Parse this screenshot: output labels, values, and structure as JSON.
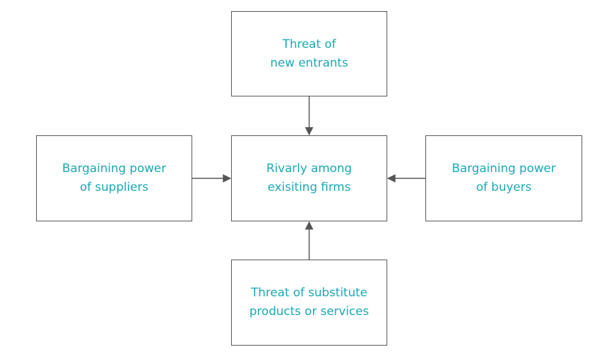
{
  "colors": {
    "box_border": "#555555",
    "text": "#1aa8b5",
    "arrow": "#555555"
  },
  "nodes": {
    "top": {
      "lines": [
        "Threat of",
        "new entrants"
      ]
    },
    "left": {
      "lines": [
        "Bargaining power",
        "of suppliers"
      ]
    },
    "center": {
      "lines": [
        "Rivarly among",
        "exisiting firms"
      ]
    },
    "right": {
      "lines": [
        "Bargaining power",
        "of buyers"
      ]
    },
    "bottom": {
      "lines": [
        "Threat of substitute",
        "products or services"
      ]
    }
  },
  "edges": [
    {
      "from": "top",
      "to": "center"
    },
    {
      "from": "left",
      "to": "center"
    },
    {
      "from": "right",
      "to": "center"
    },
    {
      "from": "bottom",
      "to": "center"
    }
  ]
}
